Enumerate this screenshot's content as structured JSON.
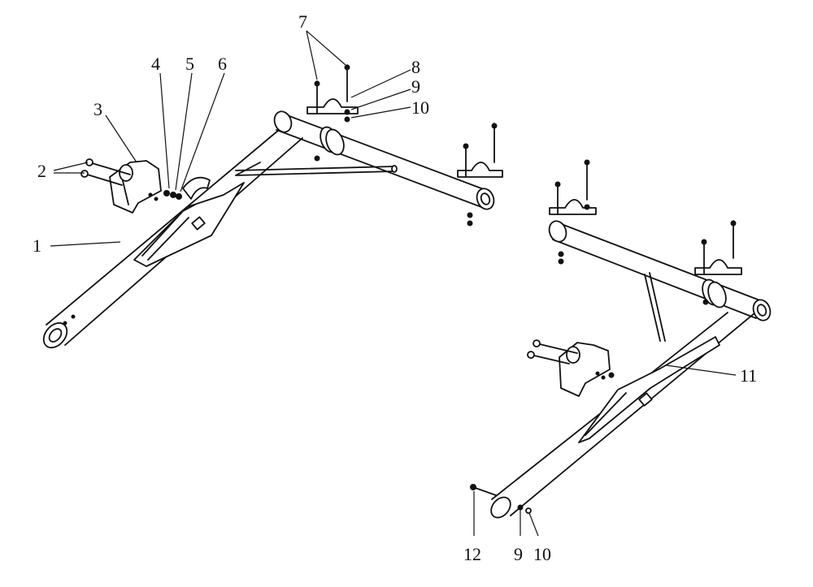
{
  "callouts": {
    "c1": "1",
    "c2": "2",
    "c3": "3",
    "c4": "4",
    "c5": "5",
    "c6": "6",
    "c7": "7",
    "c8": "8",
    "c9_top": "9",
    "c10_top": "10",
    "c11": "11",
    "c12": "12",
    "c9_bottom": "9",
    "c10_bottom": "10"
  }
}
